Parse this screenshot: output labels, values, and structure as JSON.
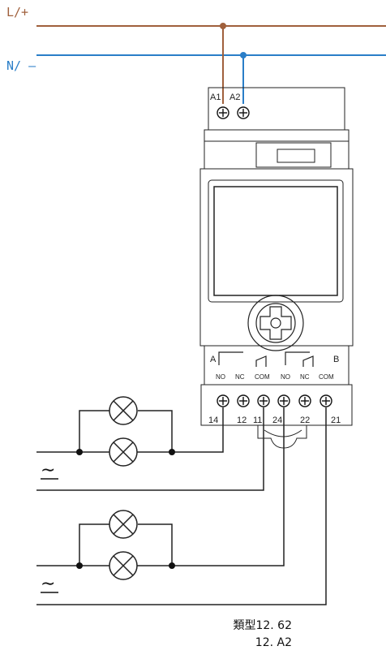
{
  "supply": {
    "line_label": "L/+",
    "neutral_label": "N/ –",
    "line_color": "#a0603c",
    "neutral_color": "#2a7ec8"
  },
  "device": {
    "coil_terminals": [
      "A1",
      "A2"
    ],
    "channel_a_label": "A",
    "channel_b_label": "B",
    "contact_labels": [
      "NO",
      "NC",
      "COM",
      "NO",
      "NC",
      "COM"
    ],
    "bottom_terminals": [
      "14",
      "12",
      "11",
      "24",
      "22",
      "21"
    ]
  },
  "loads": {
    "ac_symbol": "∼",
    "lamp_icon": "lamp-cross-icon"
  },
  "model": {
    "line1": "類型12. 62",
    "line2": "12. A2"
  }
}
